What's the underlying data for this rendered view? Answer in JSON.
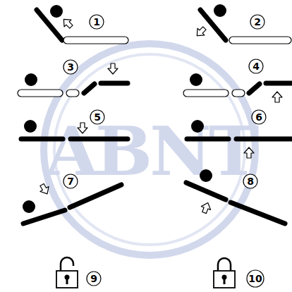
{
  "diagram": {
    "labels": [
      "1",
      "2",
      "3",
      "4",
      "5",
      "6",
      "7",
      "8",
      "9",
      "10",
      "ABNT"
    ]
  }
}
